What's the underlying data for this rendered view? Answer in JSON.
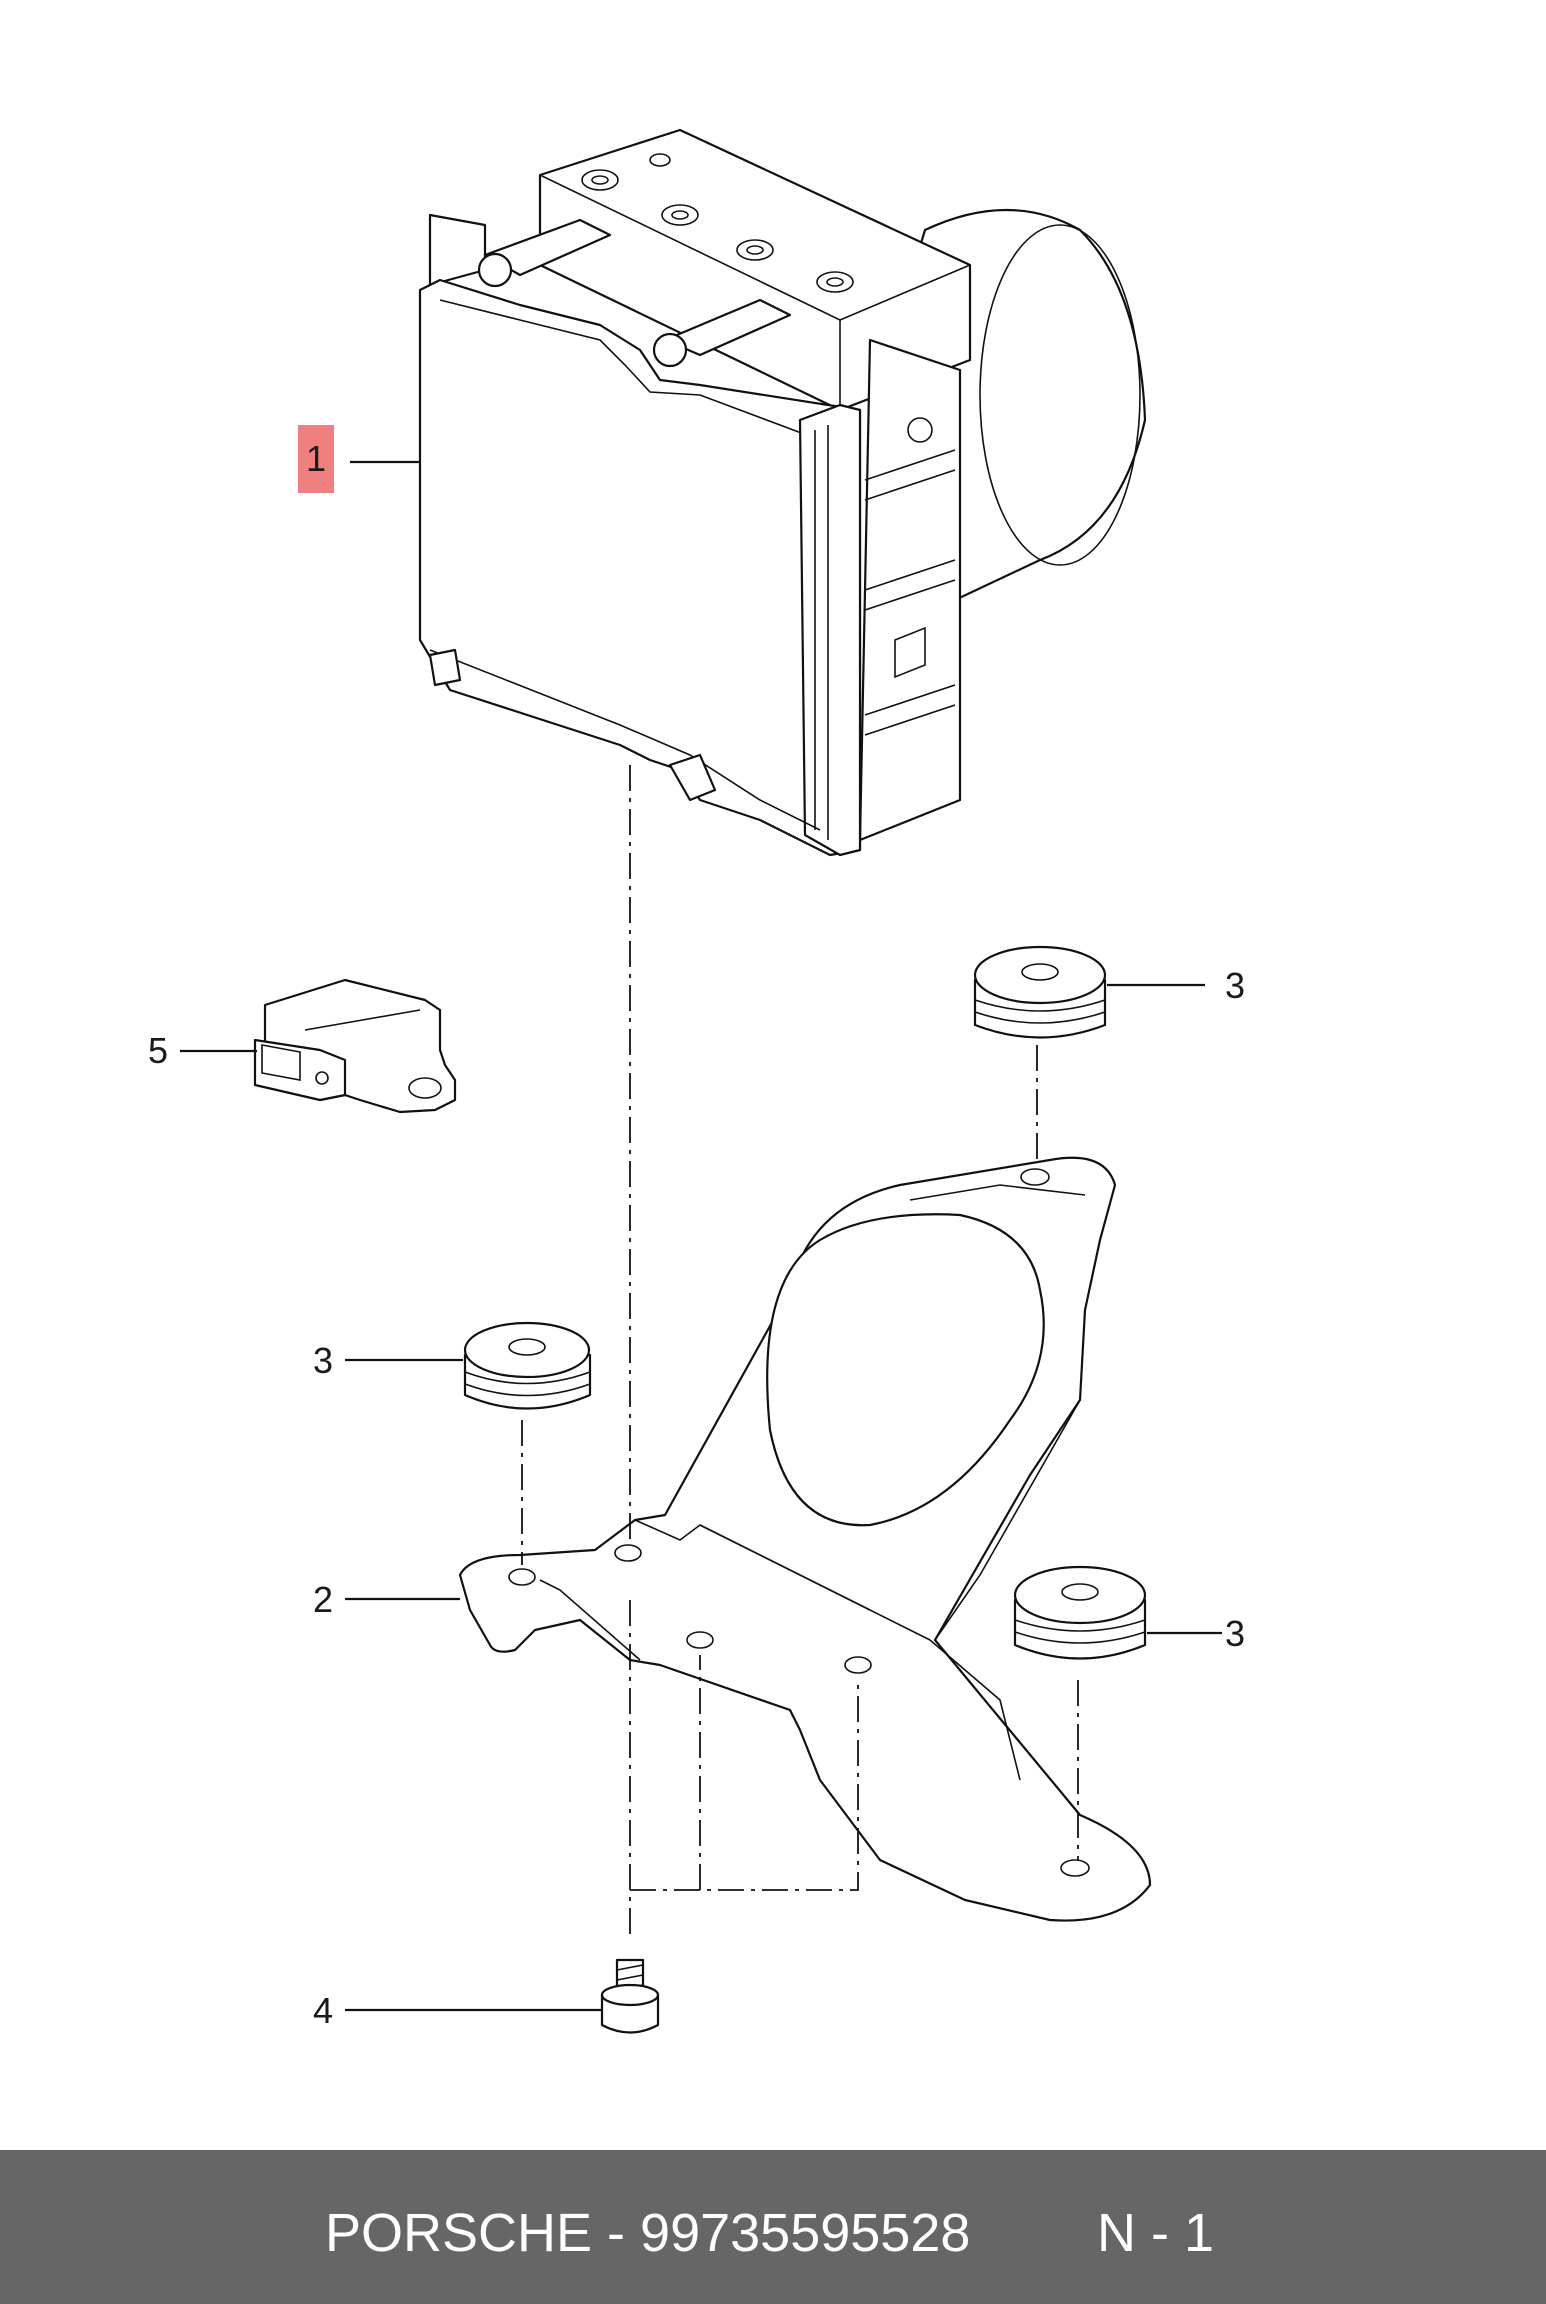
{
  "callouts": {
    "part_1": "1",
    "part_2": "2",
    "part_3_top": "3",
    "part_3_left": "3",
    "part_3_right": "3",
    "part_4": "4",
    "part_5": "5"
  },
  "footer": {
    "brand_part": "PORSCHE - 99735595528",
    "sheet": "N - 1"
  },
  "colors": {
    "highlight": "#f08080",
    "footer_bg": "#666666",
    "line": "#111111"
  }
}
